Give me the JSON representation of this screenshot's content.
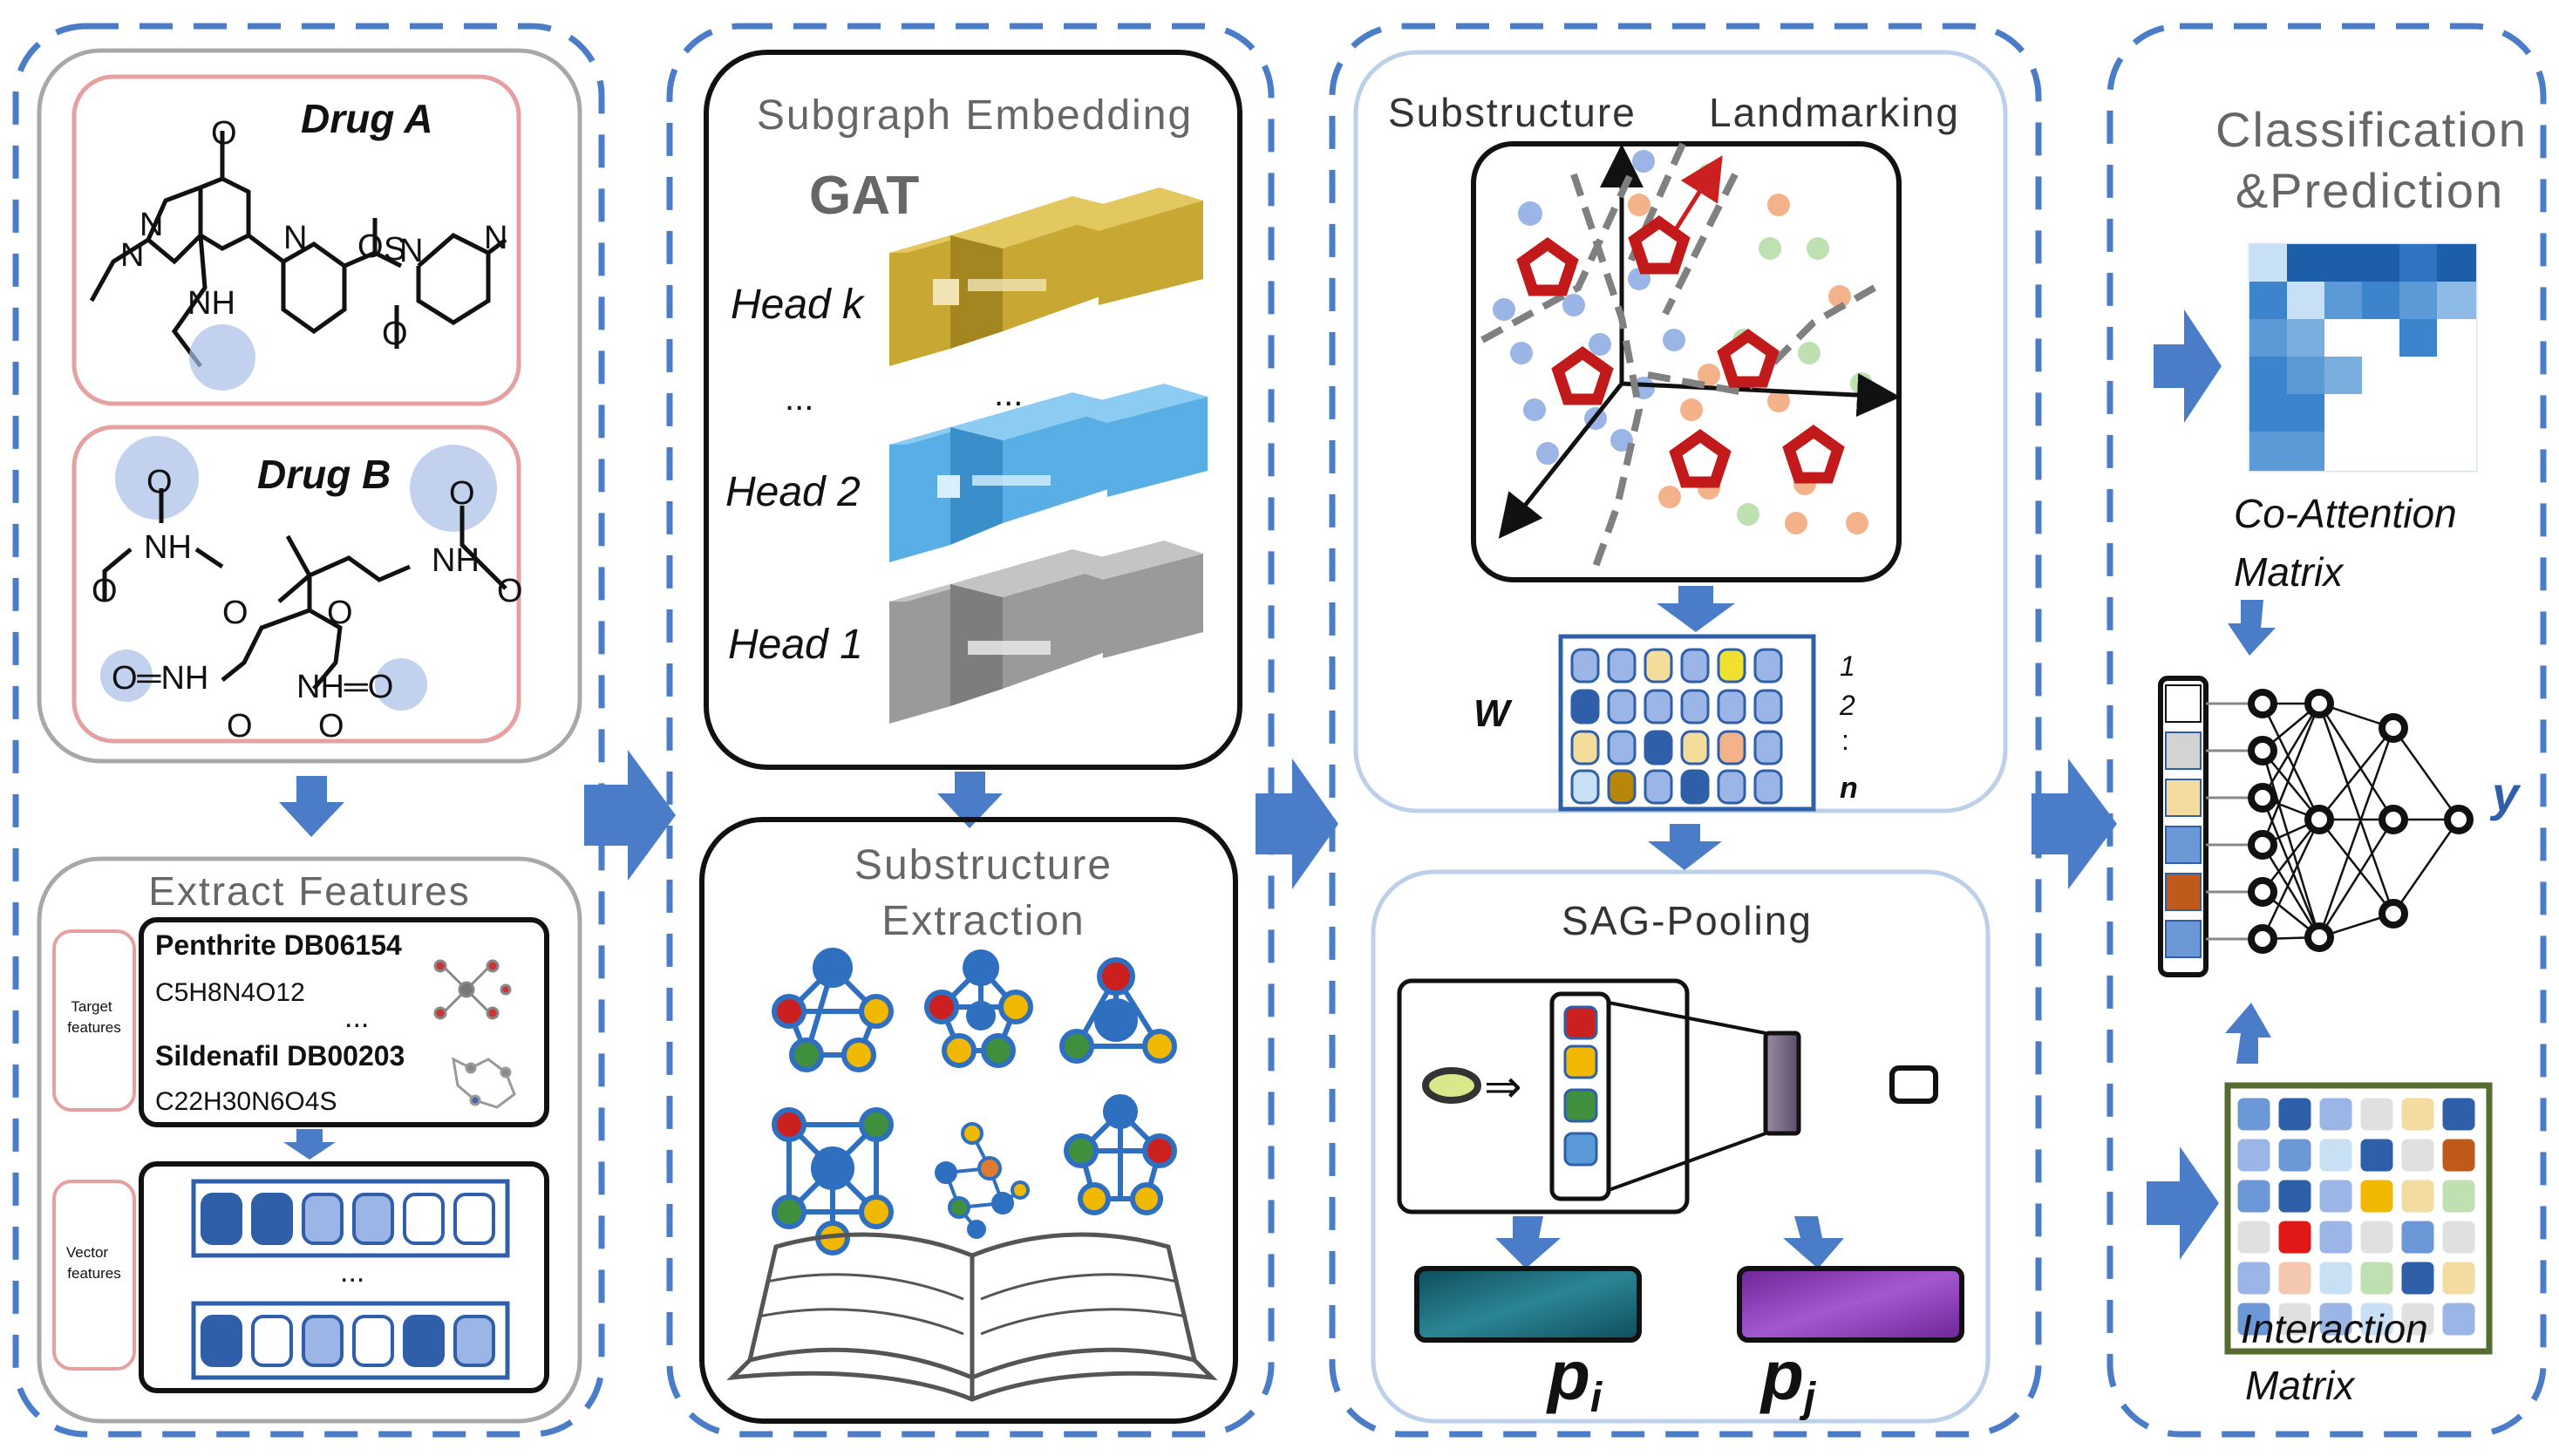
{
  "panel1": {
    "drug_a": "Drug A",
    "drug_b": "Drug B",
    "extract_title": "Extract Features",
    "drug1_name": "Penthrite DB06154",
    "drug1_formula": "C5H8N4O12",
    "drug2_name": "Sildenafil DB00203",
    "drug2_formula": "C22H30N6O4S",
    "ellipsis": "...",
    "target_label_1": "Target",
    "target_label_2": "features",
    "vector_label_1": "Vector",
    "vector_label_2": "features"
  },
  "panel2": {
    "title": "Subgraph Embedding",
    "gat": "GAT",
    "head_k": "Head k",
    "head_2": "Head 2",
    "head_1": "Head 1",
    "dots": "...",
    "substructure_line1": "Substructure",
    "substructure_line2": "Extraction"
  },
  "panel3": {
    "title_left": "Substructure",
    "title_right": "Landmarking",
    "w": "W",
    "row_1": "1",
    "row_2": "2",
    "row_dots": ":",
    "row_n": "n",
    "sag_title": "SAG-Pooling",
    "arrow_symbol": "⇒",
    "p_i": "p",
    "p_i_sub": "i",
    "p_j": "p",
    "p_j_sub": "j"
  },
  "panel4": {
    "title_line1": "Classification",
    "title_line2": "&Prediction",
    "coatt_line1": "Co-Attention",
    "coatt_line2": "Matrix",
    "output": "y",
    "inter_line1": "Interaction",
    "inter_line2": "Matrix"
  },
  "colors": {
    "dashed_border": "#4a7cc7",
    "arrow": "#4a7cc7",
    "pink_border": "#e6a0a0",
    "gold": "#c8a832",
    "light_blue": "#5aaee6",
    "gray_block": "#9a9a9a",
    "node_blue": "#2f6fbf",
    "node_red": "#cc1f1f",
    "node_yellow": "#f0b900",
    "node_green": "#3f8f3f",
    "pentagon_red": "#c21a1a",
    "pool_teal": "#1f6d7a",
    "pool_purple": "#8a3fb0"
  }
}
